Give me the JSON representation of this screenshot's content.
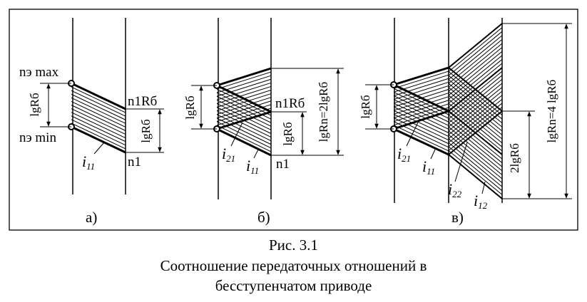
{
  "panels": [
    {
      "id": "a",
      "label": "а)",
      "top_label": "nэ max",
      "bottom_label": "nэ min",
      "left_range": "lgRб",
      "right_top": "n1Rб",
      "right_range": "lgRб",
      "right_bottom": "n1",
      "ratios": [
        {
          "main": "i",
          "sub": "11"
        }
      ]
    },
    {
      "id": "b",
      "label": "б)",
      "left_range": "lgRб",
      "right_mid": "n1Rб",
      "right_range": "lgRб",
      "total_range": "lgRn=2lgRб",
      "right_bottom": "n1",
      "ratios": [
        {
          "main": "i",
          "sub": "21"
        },
        {
          "main": "i",
          "sub": "11"
        }
      ]
    },
    {
      "id": "v",
      "label": "в)",
      "left_range": "lgRб",
      "mid_range": "2lgRб",
      "total_range": "lgRn=4 lgRб",
      "ratios": [
        {
          "main": "i",
          "sub": "21"
        },
        {
          "main": "i",
          "sub": "11"
        },
        {
          "main": "i",
          "sub": "22"
        },
        {
          "main": "i",
          "sub": "12"
        }
      ]
    }
  ],
  "caption": {
    "line1": "Рис. 3.1",
    "line2": "Соотношение передаточных отношений в",
    "line3": "бесступенчатом приводе"
  }
}
